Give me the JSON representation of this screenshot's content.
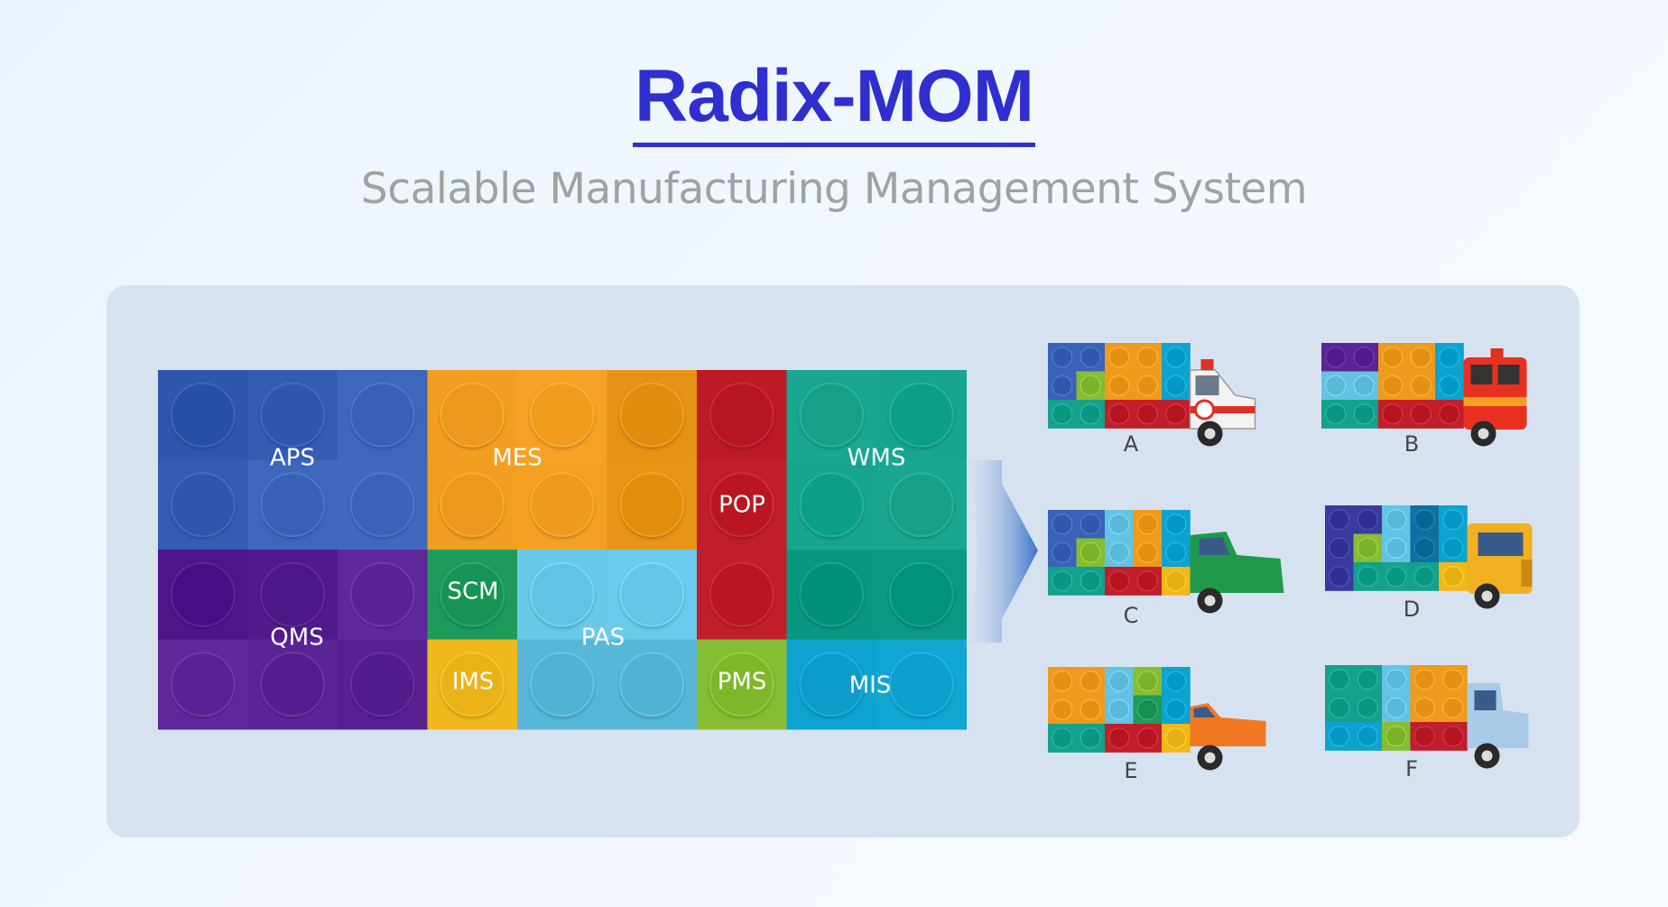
{
  "header": {
    "title": "Radix-MOM",
    "subtitle": "Scalable Manufacturing Management System"
  },
  "modules": [
    {
      "id": "aps",
      "label": "APS",
      "color": "#3a62b8"
    },
    {
      "id": "mes",
      "label": "MES",
      "color": "#ee9a1c"
    },
    {
      "id": "pop",
      "label": "POP",
      "color": "#c01e2a"
    },
    {
      "id": "wms",
      "label": "WMS",
      "color": "#13a08c"
    },
    {
      "id": "qms",
      "label": "QMS",
      "color": "#5b2496"
    },
    {
      "id": "scm",
      "label": "SCM",
      "color": "#1e9a5b"
    },
    {
      "id": "pas",
      "label": "PAS",
      "color": "#64c3e3"
    },
    {
      "id": "ims",
      "label": "IMS",
      "color": "#f0b81a"
    },
    {
      "id": "pms",
      "label": "PMS",
      "color": "#86bd32"
    },
    {
      "id": "mis",
      "label": "MIS",
      "color": "#0ea2cf"
    }
  ],
  "vehicles": [
    {
      "label": "A",
      "type": "ambulance"
    },
    {
      "label": "B",
      "type": "fire-truck"
    },
    {
      "label": "C",
      "type": "green-pickup"
    },
    {
      "label": "D",
      "type": "yellow-semi"
    },
    {
      "label": "E",
      "type": "orange-car"
    },
    {
      "label": "F",
      "type": "blue-truck"
    }
  ]
}
